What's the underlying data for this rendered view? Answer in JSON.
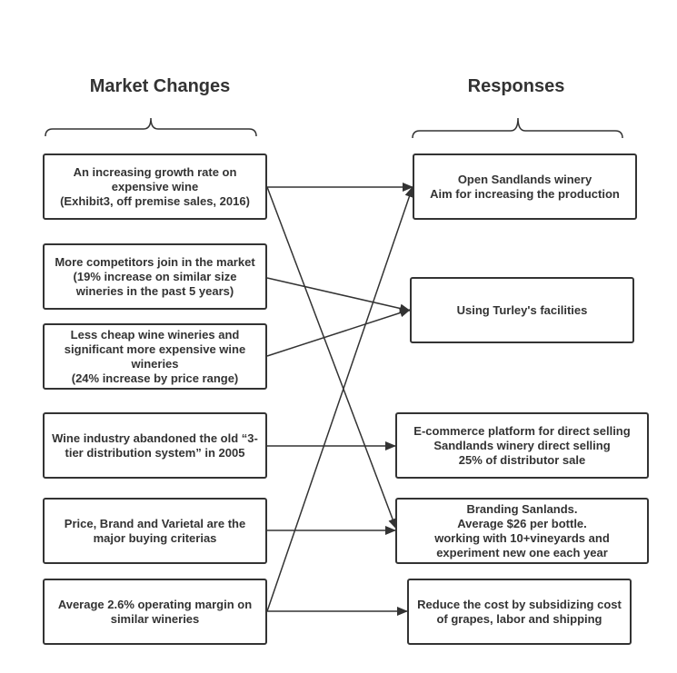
{
  "headers": {
    "left": "Market Changes",
    "right": "Responses"
  },
  "market_changes": [
    {
      "text": "An increasing growth rate on expensive wine\n(Exhibit3, off premise sales, 2016)"
    },
    {
      "text": "More competitors join in the market\n(19% increase on similar size wineries in the past 5 years)"
    },
    {
      "text": "Less cheap wine wineries and significant more expensive wine wineries\n(24% increase by price range)"
    },
    {
      "text": "Wine industry abandoned the old  “3-tier distribution system” in 2005"
    },
    {
      "text": "Price, Brand and Varietal are the major buying criterias"
    },
    {
      "text": "Average 2.6% operating margin on similar wineries"
    }
  ],
  "responses": [
    {
      "text": "Open Sandlands winery\nAim for increasing the production"
    },
    {
      "text": "Using Turley's facilities"
    },
    {
      "text": "E-commerce platform for direct selling\nSandlands winery direct selling\n25% of distributor sale"
    },
    {
      "text": "Branding Sanlands.\nAverage $26 per bottle.\nworking with 10+vineyards and experiment new one each year"
    },
    {
      "text": "Reduce the cost by subsidizing cost of grapes, labor and shipping"
    }
  ],
  "connections": [
    {
      "from": "market_changes.0",
      "to": "responses.0"
    },
    {
      "from": "market_changes.0",
      "to": "responses.3"
    },
    {
      "from": "market_changes.1",
      "to": "responses.1"
    },
    {
      "from": "market_changes.2",
      "to": "responses.1"
    },
    {
      "from": "market_changes.3",
      "to": "responses.2"
    },
    {
      "from": "market_changes.4",
      "to": "responses.3"
    },
    {
      "from": "market_changes.5",
      "to": "responses.0"
    },
    {
      "from": "market_changes.5",
      "to": "responses.4"
    }
  ]
}
